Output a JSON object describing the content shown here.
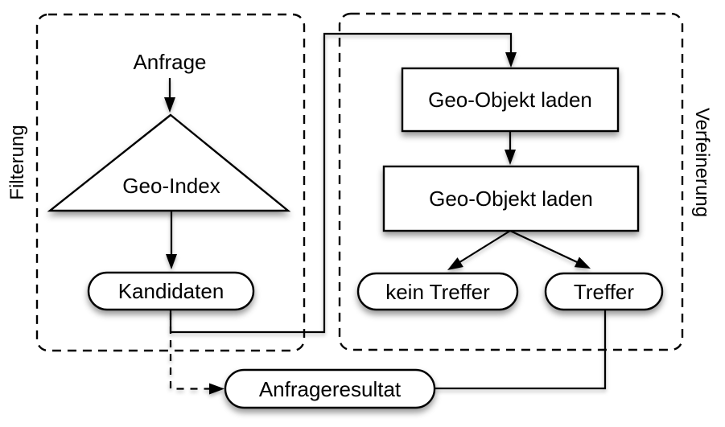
{
  "colors": {
    "line": "#000000",
    "shape_fill": "#ffffff",
    "background": "#ffffff",
    "shadow": "rgba(0,0,0,0.4)"
  },
  "filtering_section": {
    "label": "Filterung",
    "query_label": "Anfrage",
    "index_label": "Geo-Index",
    "candidates_label": "Kandidaten"
  },
  "refinement_section": {
    "label": "Verfeinerung",
    "load_object_top_label": "Geo-Objekt laden",
    "load_object_bottom_label": "Geo-Objekt laden",
    "no_hit_label": "kein Treffer",
    "hit_label": "Treffer"
  },
  "result_label": "Anfrageresultat"
}
